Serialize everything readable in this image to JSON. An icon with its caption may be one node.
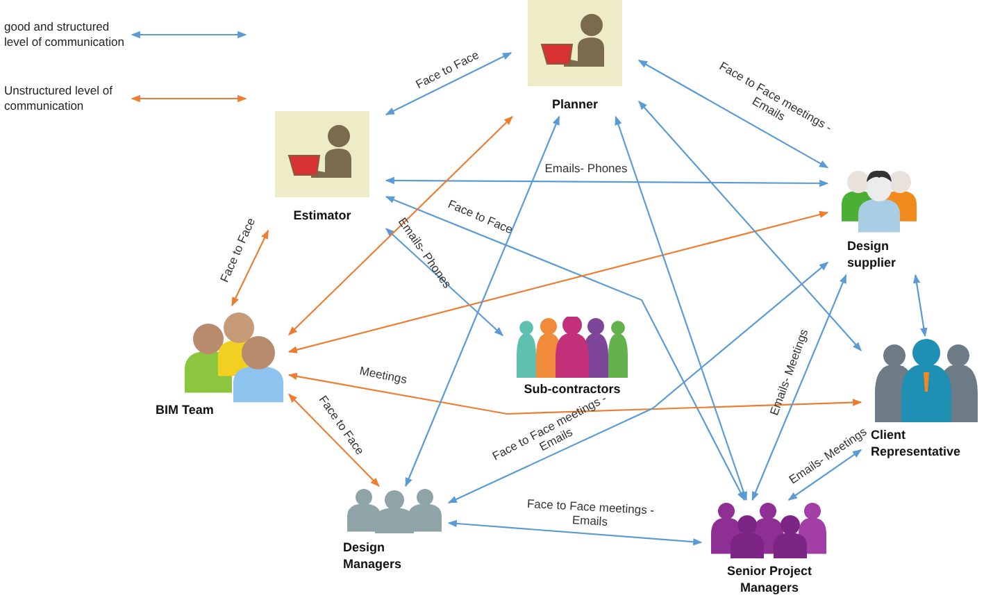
{
  "diagram": {
    "nodes": [
      {
        "text": [
          "Planner"
        ]
      },
      {
        "text": [
          "Estimator"
        ]
      },
      {
        "text": [
          "Design supplier"
        ]
      },
      {
        "text": [
          "BIM Team"
        ]
      },
      {
        "text": [
          "Sub-contractors"
        ]
      },
      {
        "text": [
          "Client Representative"
        ]
      },
      {
        "text": [
          "Design Managers"
        ]
      },
      {
        "text": [
          "Senior Project Managers"
        ]
      }
    ],
    "edges": [
      {
        "from": 0,
        "to": 1,
        "arrow": "both",
        "label": "Face to Face"
      },
      {
        "from": 0,
        "to": 2,
        "arrow": "both",
        "label": "Face to Face meetings - Emails"
      },
      {
        "from": 1,
        "to": 2,
        "arrow": "both",
        "label": "Emails- Phones"
      },
      {
        "from": 1,
        "to": 7,
        "arrow": "both",
        "label": "Face to Face"
      },
      {
        "from": 1,
        "to": 4,
        "arrow": "both",
        "label": "Emails- Phones"
      },
      {
        "from": 1,
        "to": 3,
        "arrow": "both",
        "label": "Face to Face",
        "color": "#ed7d31"
      },
      {
        "from": 3,
        "to": 0,
        "arrow": "both",
        "color": "#ed7d31"
      },
      {
        "from": 3,
        "to": 2,
        "arrow": "both",
        "color": "#ed7d31"
      },
      {
        "from": 3,
        "to": 5,
        "arrow": "both",
        "label": "Meetings",
        "color": "#ed7d31"
      },
      {
        "from": 3,
        "to": 6,
        "arrow": "both",
        "label": "Face to Face",
        "color": "#ed7d31"
      },
      {
        "from": 0,
        "to": 6,
        "arrow": "both"
      },
      {
        "from": 0,
        "to": 7,
        "arrow": "both"
      },
      {
        "from": 0,
        "to": 5,
        "arrow": "both"
      },
      {
        "from": 2,
        "to": 6,
        "arrow": "both",
        "label": "Face to Face meetings - Emails"
      },
      {
        "from": 2,
        "to": 7,
        "arrow": "both",
        "label": "Emails- Meetings"
      },
      {
        "from": 2,
        "to": 5,
        "arrow": "both"
      },
      {
        "from": 5,
        "to": 7,
        "arrow": "both",
        "label": "Emails- Meetings"
      },
      {
        "from": 6,
        "to": 7,
        "arrow": "both",
        "label": "Face to Face meetings - Emails"
      }
    ],
    "legend": [
      {
        "text": "good and structured level of communication"
      },
      {
        "text": "Unstructured level of communication"
      }
    ]
  }
}
